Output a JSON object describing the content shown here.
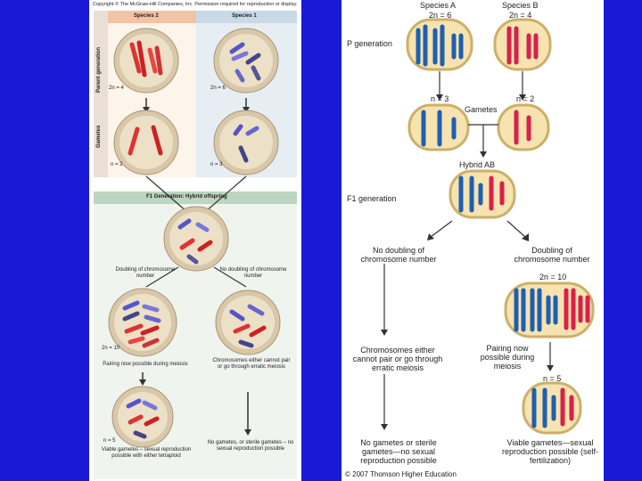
{
  "left_panel": {
    "copyright": "Copyright © The McGraw-Hill Companies, Inc. Permission required for reproduction or display.",
    "species2": "Species 2",
    "species1": "Species 1",
    "parent_generation": "Parent generation",
    "gametes": "Gametes",
    "sp2_parent_label": "2n = 4",
    "sp1_parent_label": "2n = 6",
    "sp2_gamete_label": "n = 2",
    "sp1_gamete_label": "n = 3",
    "f1_header": "F1 Generation: Hybrid offspring",
    "doubling": "Doubling of chromosome number",
    "no_doubling": "No doubling of chromosome number",
    "tetraploid_label": "2n = 10",
    "pairing": "Pairing now possible during meiosis",
    "erratic": "Chromosomes either cannot pair or go through erratic meiosis",
    "n5": "n = 5",
    "viable": "Viable gametes – sexual reproduction possible with either tetraploid",
    "no_gametes": "No gametes, or sterile gametes – no sexual reproduction possible"
  },
  "right_panel": {
    "species_a": "Species A",
    "species_a_2n": "2n = 6",
    "species_b": "Species B",
    "species_b_2n": "2n = 4",
    "p_generation": "P generation",
    "gametes_a_n": "n = 3",
    "gametes_b_n": "n = 2",
    "gametes": "Gametes",
    "hybrid": "Hybrid AB",
    "f1_generation": "F1 generation",
    "no_doubling": "No doubling of chromosome number",
    "doubling": "Doubling of chromosome number",
    "tetra_2n": "2n = 10",
    "erratic": "Chromosomes either cannot pair or go through erratic meiosis",
    "pairing": "Pairing now possible during meiosis",
    "n5": "n = 5",
    "no_gametes": "No gametes or sterile gametes—no sexual reproduction possible",
    "viable": "Viable gametes—sexual reproduction possible (self-fertilization)",
    "copyright": "© 2007 Thomson Higher Education"
  },
  "colors": {
    "background": "#1a1ad6",
    "blue_chromosome": "#1f5fb0",
    "red_chromosome": "#d8204a",
    "cell_fill": "#f6e3b0"
  }
}
